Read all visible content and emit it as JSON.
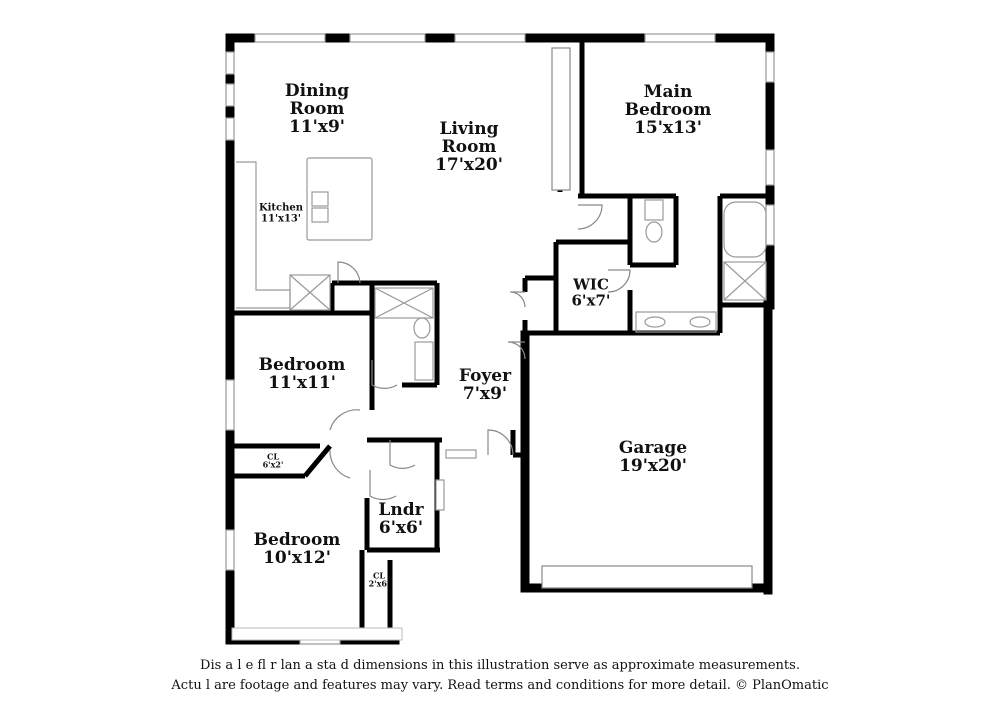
{
  "rooms": {
    "dining": {
      "name_line1": "Dining",
      "name_line2": "Room",
      "size": "11'x9'"
    },
    "living": {
      "name_line1": "Living",
      "name_line2": "Room",
      "size": "17'x20'"
    },
    "main_bedroom": {
      "name_line1": "Main",
      "name_line2": "Bedroom",
      "size": "15'x13'"
    },
    "kitchen": {
      "name": "Kitchen",
      "size": "11'x13'"
    },
    "wic": {
      "name": "WIC",
      "size": "6'x7'"
    },
    "bedroom1": {
      "name": "Bedroom",
      "size": "11'x11'"
    },
    "foyer": {
      "name": "Foyer",
      "size": "7'x9'"
    },
    "garage": {
      "name": "Garage",
      "size": "19'x20'"
    },
    "closet1": {
      "name": "CL",
      "size": "6'x2'"
    },
    "laundry": {
      "name": "Lndr",
      "size": "6'x6'"
    },
    "bedroom2": {
      "name": "Bedroom",
      "size": "10'x12'"
    },
    "closet2": {
      "name": "CL",
      "size": "2'x6'"
    }
  },
  "disclaimer": {
    "line1": "Dis  a     l  e fl   r  lan a   sta  d dimensions in this illustration serve as approximate measurements.",
    "line2": "Actu   l    are footage and features may vary. Read terms and conditions for more detail. © PlanOmatic"
  }
}
